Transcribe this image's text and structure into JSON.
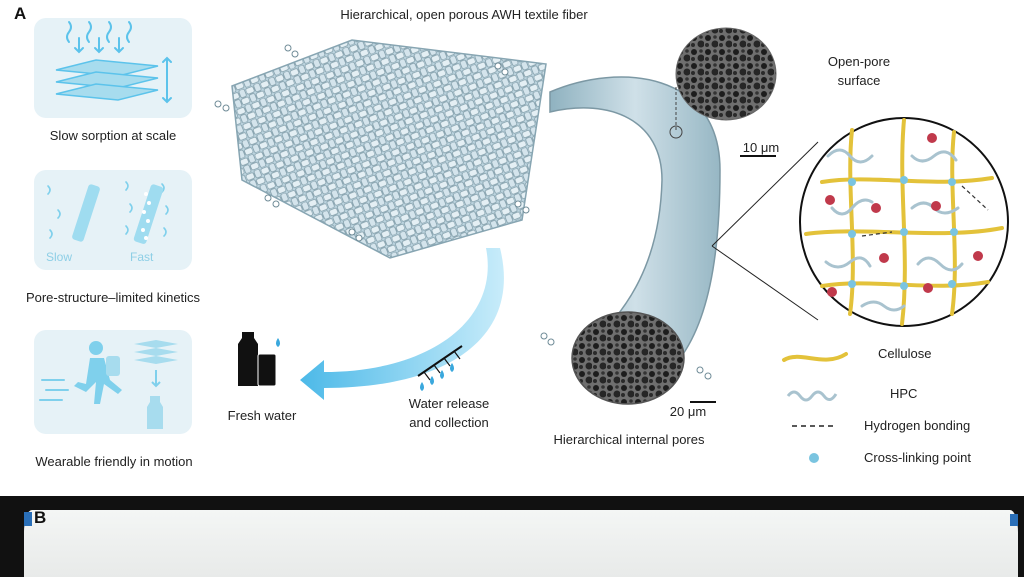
{
  "panel_a": {
    "label": "A",
    "title": "Hierarchical, open porous AWH textile fiber",
    "left_captions": [
      "Slow sorption at scale",
      "Pore-structure–limited kinetics",
      "Wearable friendly in motion"
    ],
    "kinetics_slow": "Slow",
    "kinetics_fast": "Fast",
    "fresh_water": "Fresh water",
    "water_release": [
      "Water release",
      "and collection"
    ],
    "open_pore": [
      "Open-pore",
      "surface"
    ],
    "scale_top": "10 μm",
    "scale_bottom": "20 μm",
    "internal_pores": "Hierarchical internal pores"
  },
  "legend": {
    "cellulose": "Cellulose",
    "hpc": "HPC",
    "hydrogen": "Hydrogen bonding",
    "crosslink": "Cross-linking point"
  },
  "colors": {
    "cellulose": "#e3c23a",
    "hpc": "#a9c3cf",
    "crosslink_dot": "#7ac4e0",
    "water_dot": "#c0394b",
    "arrow_blue": "#5cc3eb",
    "panel_bg": "#e6f2f7"
  },
  "panel_b": {
    "label": "B"
  }
}
